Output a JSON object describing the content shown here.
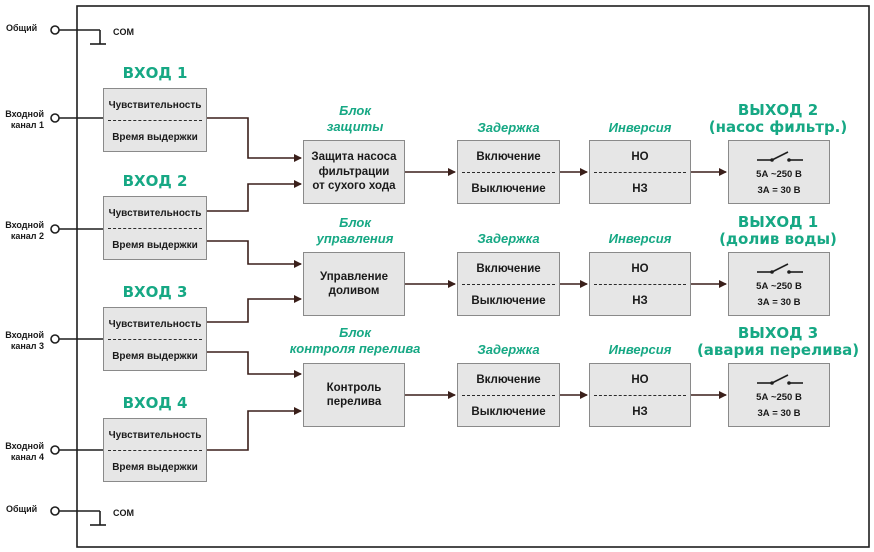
{
  "common_label": "Общий",
  "com_label": "COM",
  "input_channels": [
    "Входной\nканал 1",
    "Входной\nканал 2",
    "Входной\nканал 3",
    "Входной\nканал 4"
  ],
  "inputs": [
    {
      "title": "ВХОД 1",
      "sensitivity": "Чувствительность",
      "hold": "Время выдержки"
    },
    {
      "title": "ВХОД 2",
      "sensitivity": "Чувствительность",
      "hold": "Время выдержки"
    },
    {
      "title": "ВХОД 3",
      "sensitivity": "Чувствительность",
      "hold": "Время выдержки"
    },
    {
      "title": "ВХОД 4",
      "sensitivity": "Чувствительность",
      "hold": "Время выдержки"
    }
  ],
  "blocks": [
    {
      "title": "Блок\nзащиты",
      "text": "Защита насоса\nфильтрации\nот сухого хода"
    },
    {
      "title": "Блок\nуправления",
      "text": "Управление\nдоливом"
    },
    {
      "title": "Блок\nконтроля перелива",
      "text": "Контроль\nперелива"
    }
  ],
  "delay": {
    "title": "Задержка",
    "on": "Включение",
    "off": "Выключение"
  },
  "inversion": {
    "title": "Инверсия",
    "no": "НО",
    "nc": "НЗ"
  },
  "outputs": [
    {
      "title": "ВЫХОД 2\n(насос фильтр.)",
      "spec1": "5А ~250 В",
      "spec2": "3А = 30 В"
    },
    {
      "title": "ВЫХОД 1\n(долив воды)",
      "spec1": "5А ~250 В",
      "spec2": "3А = 30 В"
    },
    {
      "title": "ВЫХОД 3\n(авария перелива)",
      "spec1": "5А ~250 В",
      "spec2": "3А = 30 В"
    }
  ],
  "colors": {
    "accent": "#16a884",
    "box_fill": "#e6e6e6",
    "line": "#1e1e1e",
    "arrow": "#3a1f1a"
  }
}
